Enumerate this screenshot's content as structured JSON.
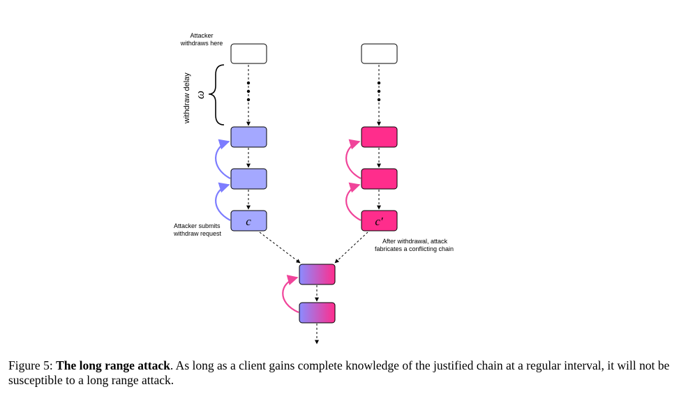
{
  "figure": {
    "labels": {
      "withdraw_here": [
        "Attacker",
        "withdraws here"
      ],
      "withdraw_delay": "withdraw delay",
      "omega": "ω",
      "submits": [
        "Attacker submits",
        "withdraw request"
      ],
      "fabricates": [
        "After withdrawal, attack",
        "fabricates a conflicting chain"
      ],
      "c": "c",
      "c_prime": "c′"
    },
    "colors": {
      "blue_block": "#a4a8ff",
      "pink_block": "#ff2d8c",
      "blue_arrow": "#7c7cff",
      "pink_arrow": "#f0449a",
      "white_block": "#ffffff"
    }
  },
  "caption": {
    "prefix": "Figure 5: ",
    "title": "The long range attack",
    "body": ". As long as a client gains complete knowledge of the justified chain at a regular interval, it will not be susceptible to a long range attack."
  }
}
